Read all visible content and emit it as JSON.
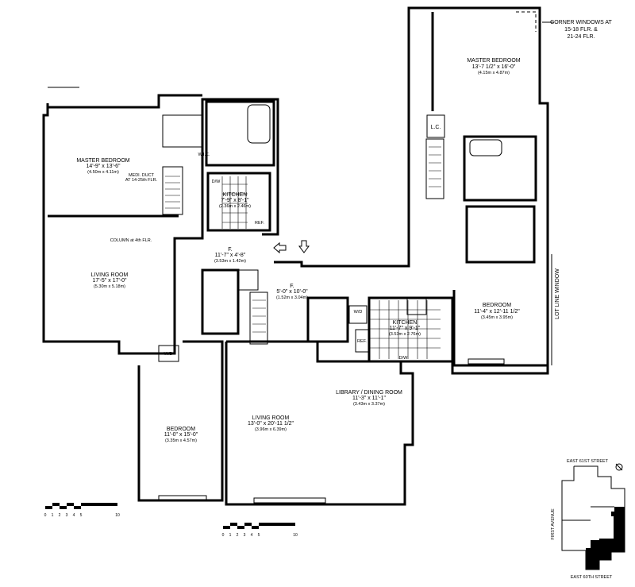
{
  "rooms": {
    "master_bedroom_left": {
      "name": "MASTER BEDROOM",
      "dims": "14'-9\" x 13'-6\"",
      "metric": "(4.50m x 4.11m)"
    },
    "medi_duct": {
      "line1": "MEDI. DUCT",
      "line2": "AT 14-25th FLR."
    },
    "column": "COLUMN at 4th FLR.",
    "wic": "W.I.C.",
    "kitchen_top": {
      "name": "KITCHEN",
      "dims": "7'-9\" x 8'-1\"",
      "metric": "(2.36m x 2.46m)"
    },
    "foyer_top": {
      "name": "F.",
      "dims": "11'-7\" x 4'-8\"",
      "metric": "(3.53m x 1.42m)"
    },
    "living_room_left": {
      "name": "LIVING ROOM",
      "dims": "17'-5\" x 17'-0\"",
      "metric": "(5.30m x 5.18m)"
    },
    "foyer_center": {
      "name": "F.",
      "dims": "5'-0\" x 10'-0\"",
      "metric": "(1.52m x 3.04m)"
    },
    "kitchen_center": {
      "name": "KITCHEN",
      "dims": "11'-7\" x 9'-1\"",
      "metric": "(3.53m x 2.76m)"
    },
    "bedroom_right": {
      "name": "BEDROOM",
      "dims": "11'-4\" x 12'-11 1/2\"",
      "metric": "(3.45m x 3.95m)"
    },
    "master_bedroom_right": {
      "name": "MASTER BEDROOM",
      "dims": "13'-7 1/2\" x 16'-0\"",
      "metric": "(4.15m x 4.87m)"
    },
    "lc": "L.C.",
    "library_dining": {
      "name": "LIBRARY / DINING ROOM",
      "dims": "11'-3\" x 11'-1\"",
      "metric": "(3.43m x 3.37m)"
    },
    "living_room_bottom": {
      "name": "LIVING ROOM",
      "dims": "13'-0\" x 20'-11 1/2\"",
      "metric": "(3.96m x 6.39m)"
    },
    "bedroom_bottom": {
      "name": "BEDROOM",
      "dims": "11'-0\" x 15'-0\"",
      "metric": "(3.35m x 4.57m)"
    }
  },
  "fixtures": {
    "wd": "W/D",
    "ref": "REF.",
    "dw": "D/W"
  },
  "notes": {
    "corner_windows": [
      "CORNER WINDOWS AT",
      "15-18 FLR. &",
      "21-24 FLR."
    ],
    "lot_line_window": "LOT LINE WINDOW"
  },
  "scale_bar": {
    "ticks": [
      "0",
      "1",
      "2",
      "3",
      "4",
      "5",
      "10"
    ]
  },
  "key_plan": {
    "north_street": "EAST 61ST STREET",
    "south_street": "EAST 60TH STREET",
    "avenue": "FIRST AVENUE"
  }
}
